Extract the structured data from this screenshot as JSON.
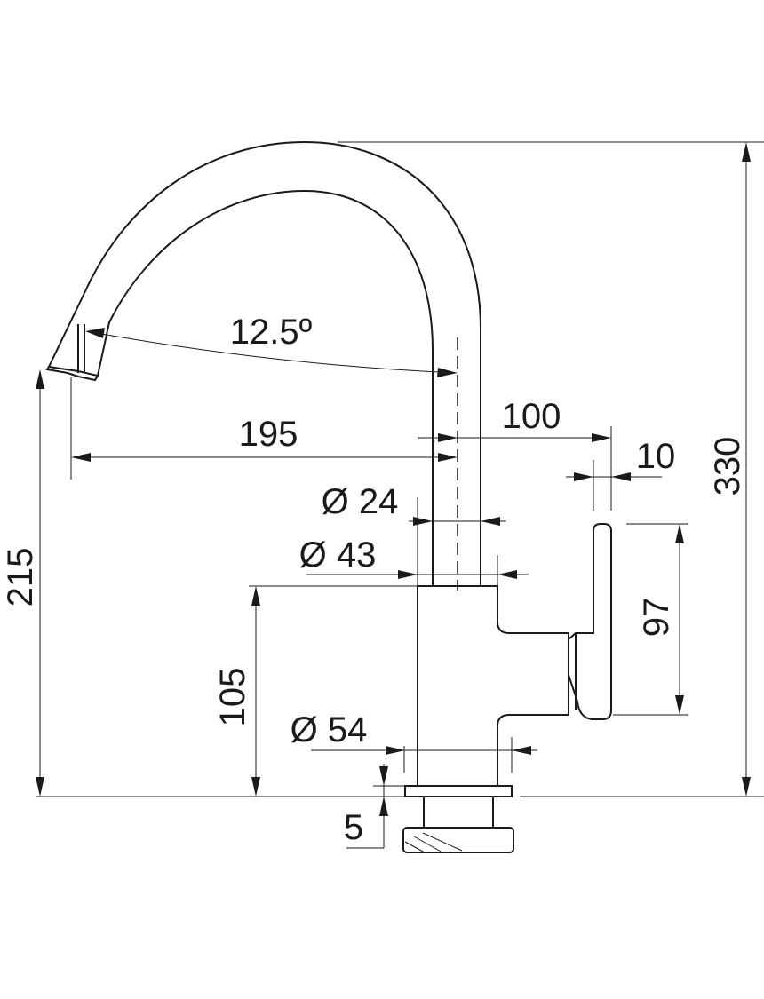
{
  "dimensions": {
    "height_total": "330",
    "height_spout": "215",
    "height_body": "105",
    "height_lever": "97",
    "reach": "195",
    "lever_offset": "100",
    "lever_width": "10",
    "angle": "12.5º",
    "dia_spout": "Ø 24",
    "dia_neck": "Ø 43",
    "dia_body": "Ø 54",
    "base_thickness": "5"
  }
}
